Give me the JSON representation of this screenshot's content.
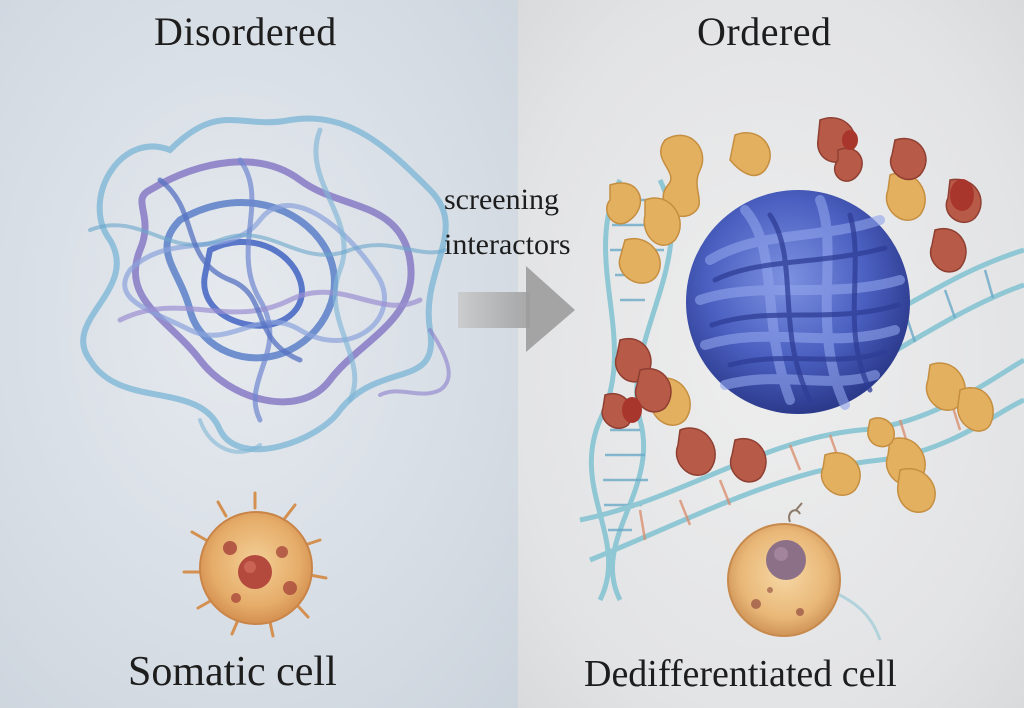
{
  "titles": {
    "left": "Disordered",
    "right": "Ordered"
  },
  "arrow": {
    "line1": "screening",
    "line2": "interactors"
  },
  "captions": {
    "left": "Somatic cell",
    "right": "Dedifferentiated cell"
  },
  "colors": {
    "disordered_strand_blue": "#5b7fc8",
    "disordered_strand_purple": "#7b6cc0",
    "disordered_strand_cyan": "#7fb6d6",
    "folded_protein": "#3f55b0",
    "dna_backbone": "#8fc7d4",
    "interactor_orange": "#e3b060",
    "interactor_red": "#b85a48",
    "cell_body": "#e8b878",
    "arrow": "#a8a8a8"
  }
}
